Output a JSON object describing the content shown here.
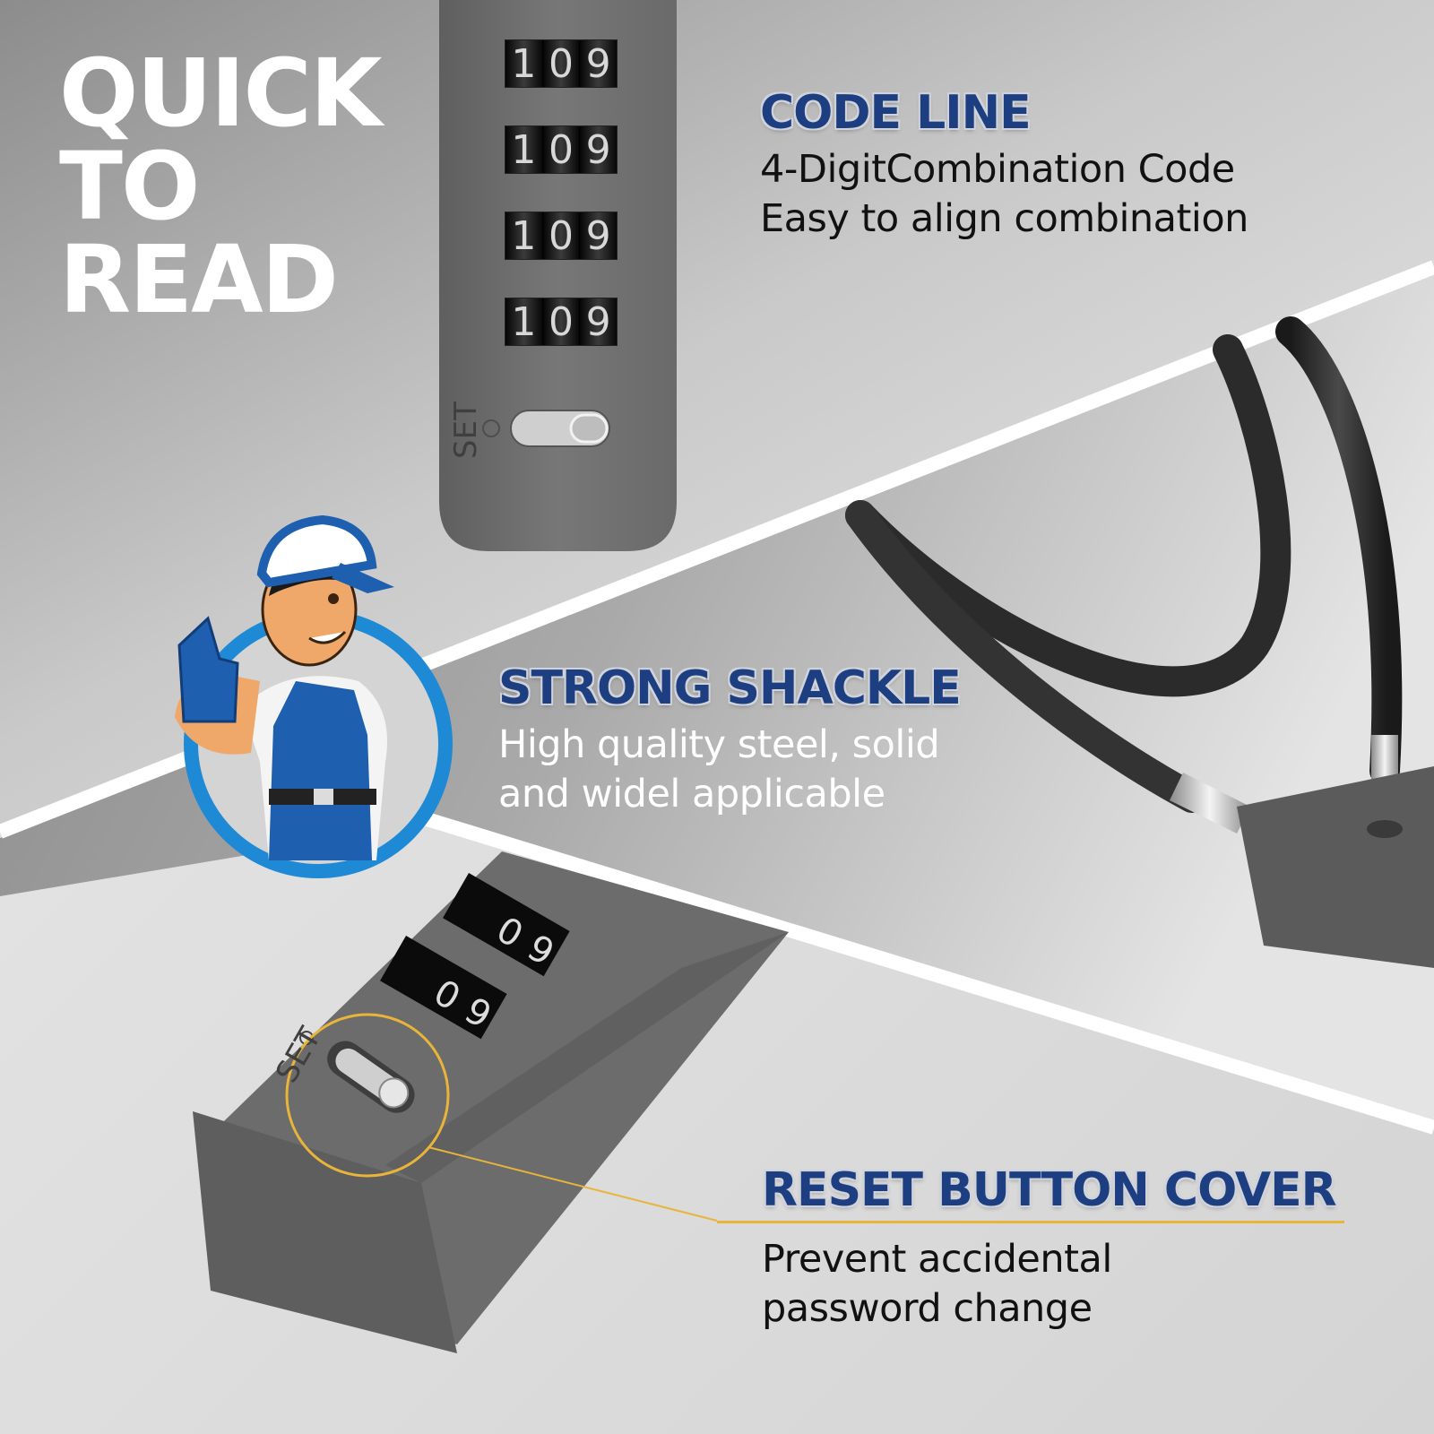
{
  "headline": {
    "lines": [
      "QUICK",
      "TO",
      "READ"
    ]
  },
  "features": [
    {
      "id": "code-line",
      "title": "CODE LINE",
      "description_lines": [
        "4-DigitCombination Code",
        "Easy to align combination"
      ]
    },
    {
      "id": "strong-shackle",
      "title": "STRONG SHACKLE",
      "description_lines": [
        "High quality steel, solid",
        "and widel applicable"
      ]
    },
    {
      "id": "reset-button-cover",
      "title": "RESET BUTTON COVER",
      "description_lines": [
        "Prevent accidental",
        "password change"
      ]
    }
  ],
  "product": {
    "vertical_lock": {
      "wheels": [
        [
          "1",
          "0",
          "9"
        ],
        [
          "1",
          "0",
          "9"
        ],
        [
          "1",
          "0",
          "9"
        ],
        [
          "1",
          "0",
          "9"
        ]
      ],
      "set_label": "SET"
    },
    "angled_lock": {
      "set_label": "SET"
    }
  },
  "colors": {
    "title_blue": "#1d3f82",
    "callout_orange": "#e9b43a",
    "mascot_ring_blue": "#1e8ad6",
    "lock_body_gray": "#6e6e6e",
    "band_dark_gray": "#9a9a9a",
    "divider_white": "#ffffff"
  }
}
